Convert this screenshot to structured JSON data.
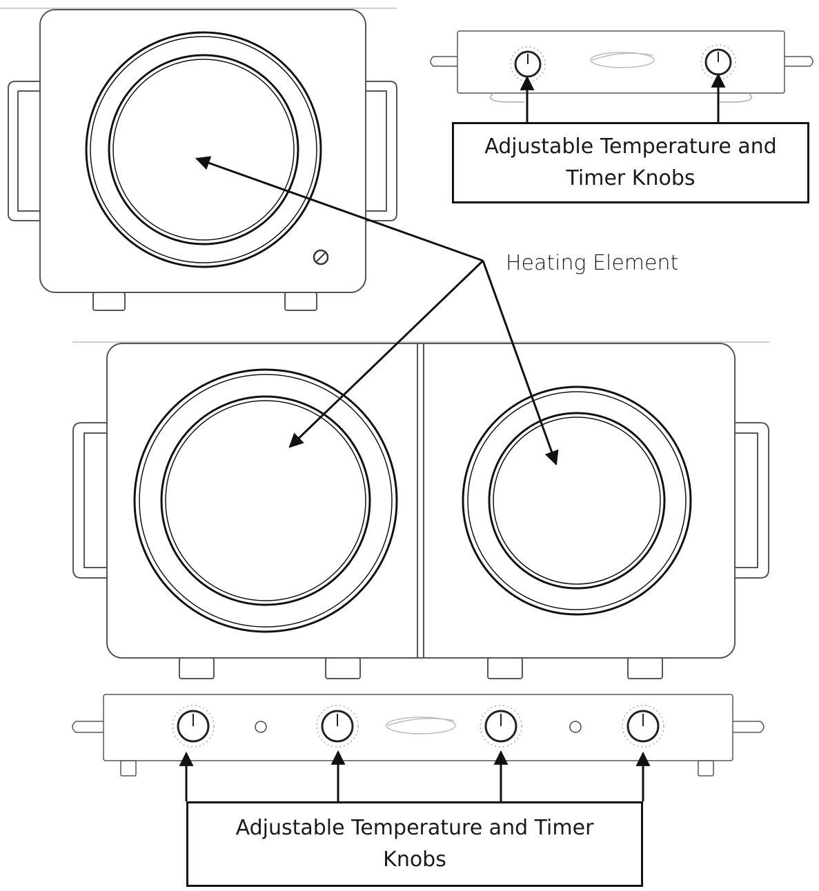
{
  "labels": {
    "heating_element": "Heating Element",
    "knobs_top_line1": "Adjustable Temperature and",
    "knobs_top_line2": "Timer Knobs",
    "knobs_bottom_line1": "Adjustable Temperature and Timer",
    "knobs_bottom_line2": "Knobs"
  },
  "colors": {
    "line": "#111111",
    "outline": "#555555",
    "background": "#ffffff"
  }
}
